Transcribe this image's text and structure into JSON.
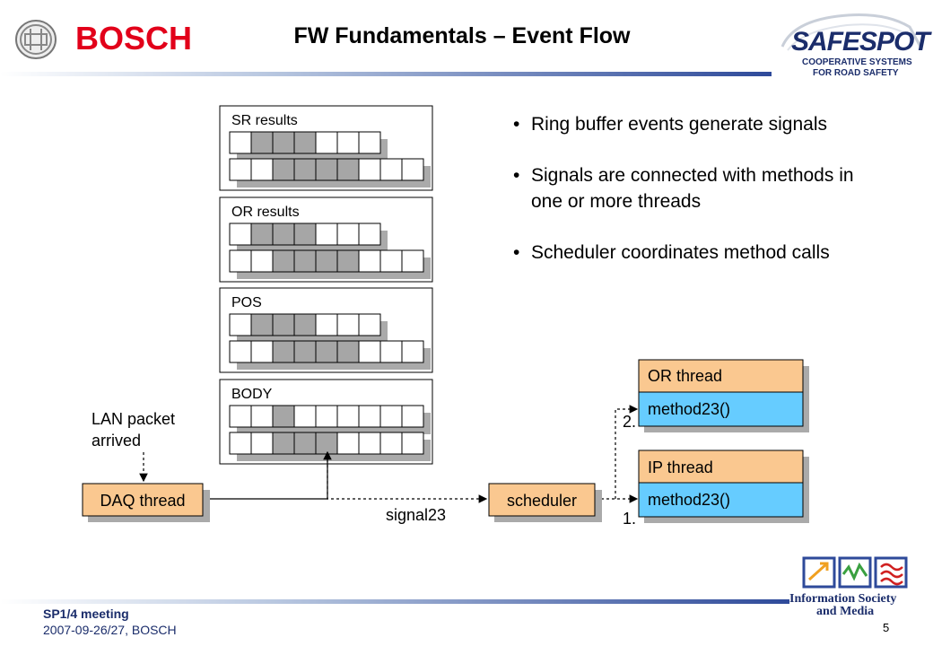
{
  "header": {
    "title": "FW Fundamentals – Event Flow",
    "bosch_brand": "BOSCH",
    "safespot_brand": "SAFESPOT",
    "safespot_tagline1": "COOPERATIVE SYSTEMS",
    "safespot_tagline2": "FOR ROAD SAFETY"
  },
  "bullets": [
    "Ring buffer events generate signals",
    "Signals are connected with methods in one or more threads",
    "Scheduler coordinates method calls"
  ],
  "buffers": [
    {
      "label": "SR results"
    },
    {
      "label": "OR results"
    },
    {
      "label": "POS"
    },
    {
      "label": "BODY"
    }
  ],
  "diagram": {
    "lan_packet_line1": "LAN packet",
    "lan_packet_line2": "arrived",
    "daq_thread": "DAQ thread",
    "scheduler": "scheduler",
    "signal": "signal23",
    "or_thread": "OR thread",
    "ip_thread": "IP thread",
    "method_or": "method23()",
    "method_ip": "method23()",
    "step1": "1.",
    "step2": "2."
  },
  "footer": {
    "meeting": "SP1/4 meeting",
    "date": "2007-09-26/27, BOSCH",
    "page": "5",
    "ism_line1": "Information Society",
    "ism_line2": "and Media"
  },
  "colors": {
    "orange_box": "#fac890",
    "blue_box": "#66ccff",
    "gray_cell": "#a6a6a6",
    "bosch_red": "#e2001a",
    "safespot_blue": "#1b2d6b"
  }
}
